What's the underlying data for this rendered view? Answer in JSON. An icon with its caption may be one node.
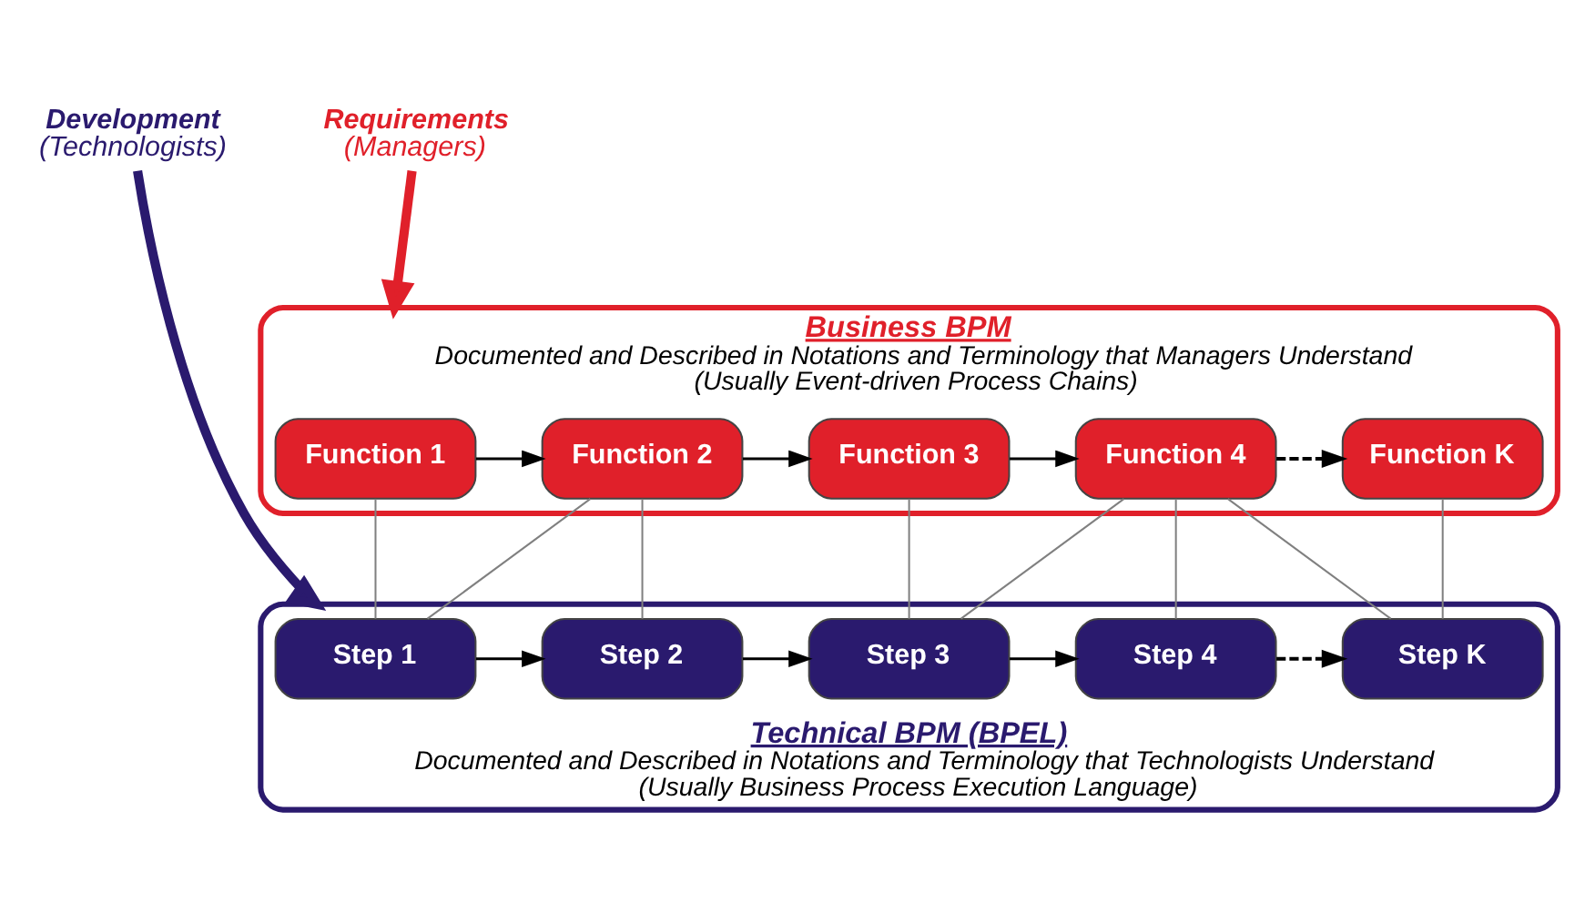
{
  "diagram": {
    "nodes": [
      {
        "text": [
          "Business BPM",
          "Documented and Described in Notations and Terminology that Managers Understand (Usually Event-driven Process Chains)"
        ]
      },
      {
        "text": [
          "Function 1"
        ],
        "in": 0
      },
      {
        "text": [
          "Function 2"
        ],
        "in": 0
      },
      {
        "text": [
          "Function 3"
        ],
        "in": 0
      },
      {
        "text": [
          "Function 4"
        ],
        "in": 0
      },
      {
        "text": [
          "Function K"
        ],
        "in": 0
      },
      {
        "text": [
          "Technical BPM (BPEL)",
          "Documented and Described in Notations and Terminology that Technologists Understand (Usually Business Process Execution Language)"
        ]
      },
      {
        "text": [
          "Step 1"
        ],
        "in": 6
      },
      {
        "text": [
          "Step 2"
        ],
        "in": 6
      },
      {
        "text": [
          "Step 3"
        ],
        "in": 6
      },
      {
        "text": [
          "Step 4"
        ],
        "in": 6
      },
      {
        "text": [
          "Step K"
        ],
        "in": 6
      },
      {
        "text": [
          "Requirements",
          "(Managers)"
        ]
      },
      {
        "text": [
          "Development",
          "(Technologists)"
        ]
      }
    ],
    "edges": [
      {
        "from": 1,
        "to": 2,
        "arrow": "to"
      },
      {
        "from": 2,
        "to": 3,
        "arrow": "to"
      },
      {
        "from": 3,
        "to": 4,
        "arrow": "to"
      },
      {
        "from": 4,
        "to": 5,
        "arrow": "to",
        "style": "dashed"
      },
      {
        "from": 7,
        "to": 8,
        "arrow": "to"
      },
      {
        "from": 8,
        "to": 9,
        "arrow": "to"
      },
      {
        "from": 9,
        "to": 10,
        "arrow": "to"
      },
      {
        "from": 10,
        "to": 11,
        "arrow": "to",
        "style": "dashed"
      },
      {
        "from": 1,
        "to": 7,
        "arrow": "none",
        "color": "#808080"
      },
      {
        "from": 2,
        "to": 7,
        "arrow": "none",
        "color": "#808080"
      },
      {
        "from": 2,
        "to": 8,
        "arrow": "none",
        "color": "#808080"
      },
      {
        "from": 3,
        "to": 9,
        "arrow": "none",
        "color": "#808080"
      },
      {
        "from": 4,
        "to": 9,
        "arrow": "none",
        "color": "#808080"
      },
      {
        "from": 4,
        "to": 10,
        "arrow": "none",
        "color": "#808080"
      },
      {
        "from": 4,
        "to": 11,
        "arrow": "none",
        "color": "#808080"
      },
      {
        "from": 5,
        "to": 11,
        "arrow": "none",
        "color": "#808080"
      },
      {
        "from": 12,
        "to": 0,
        "arrow": "to",
        "style": "thick",
        "color": "#e0202a"
      },
      {
        "from": 13,
        "to": 6,
        "arrow": "to",
        "style": "thick",
        "color": "#2a1a6e"
      }
    ]
  }
}
